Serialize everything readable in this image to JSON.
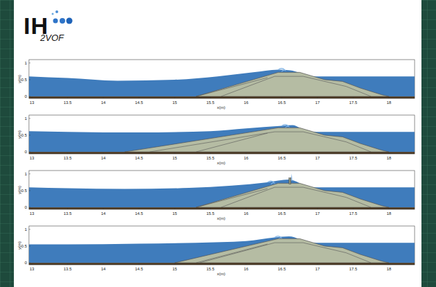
{
  "diagram": {
    "labels": [
      "IH",
      "2VOF",
      "13",
      "13.5",
      "14",
      "14.5",
      "15",
      "15.5",
      "16",
      "16.5",
      "17",
      "17.5",
      "18",
      "x(m)",
      "0",
      "0.5",
      "1",
      "y(m)",
      "13",
      "13.5",
      "14",
      "14.5",
      "15",
      "15.5",
      "16",
      "16.5",
      "17",
      "17.5",
      "18",
      "x(m)",
      "0",
      "0.5",
      "1",
      "y(m)",
      "13",
      "13.5",
      "14",
      "14.5",
      "15",
      "15.5",
      "16",
      "16.5",
      "17",
      "17.5",
      "18",
      "x(m)",
      "0",
      "0.5",
      "1",
      "y(m)",
      "13",
      "13.5",
      "14",
      "14.5",
      "15",
      "15.5",
      "16",
      "16.5",
      "17",
      "17.5",
      "18",
      "x(m)",
      "0",
      "0.5",
      "1",
      "y(m)"
    ]
  }
}
